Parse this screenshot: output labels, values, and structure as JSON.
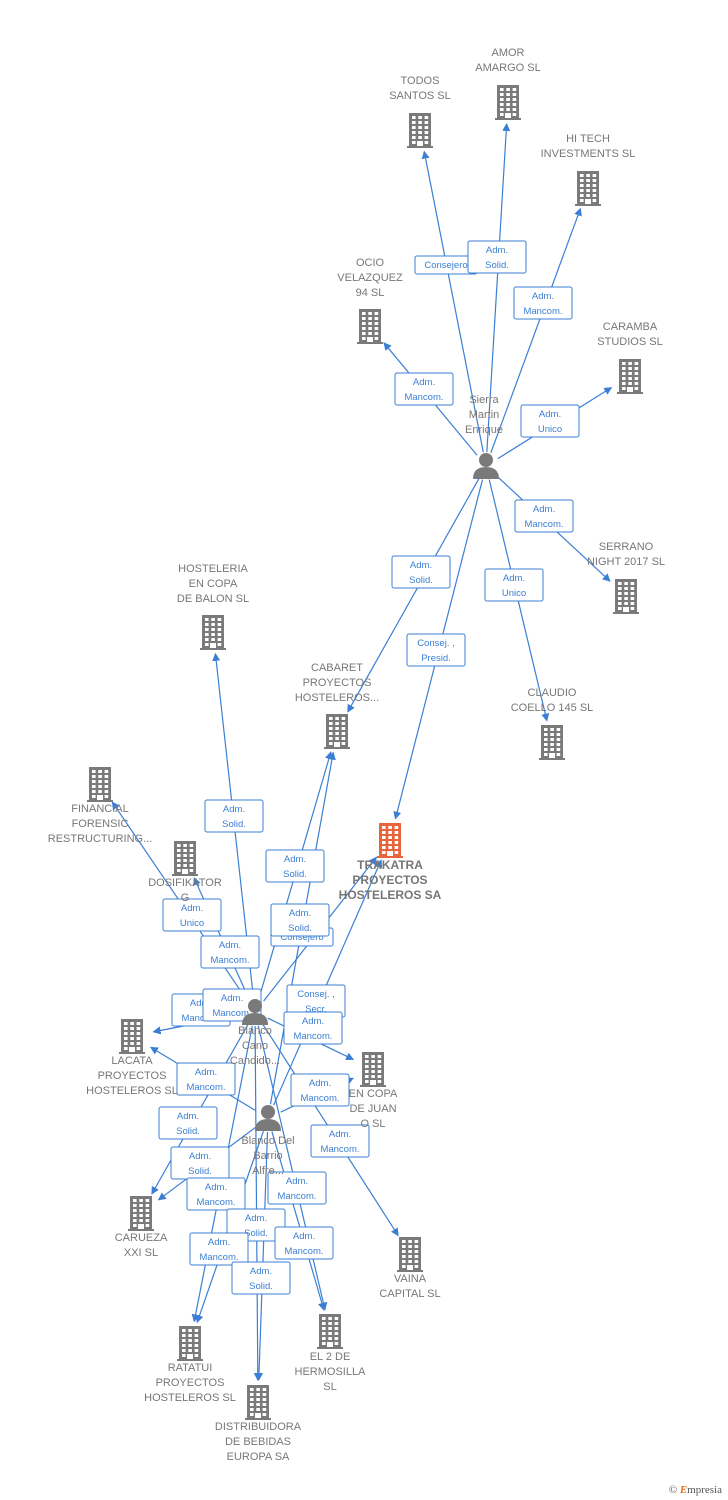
{
  "colors": {
    "edge": "#3b7fd4",
    "building": "#7a7a7a",
    "main_building": "#e8643a",
    "person": "#7a7a7a"
  },
  "brand": {
    "copyright": "©",
    "name": "mpresia",
    "initial": "E"
  },
  "nodes": [
    {
      "id": "amor",
      "kind": "company",
      "lines": [
        "AMOR",
        "AMARGO  SL"
      ]
    },
    {
      "id": "todos",
      "kind": "company",
      "lines": [
        "TODOS",
        "SANTOS  SL"
      ]
    },
    {
      "id": "hitech",
      "kind": "company",
      "lines": [
        "HI TECH",
        "INVESTMENTS SL"
      ]
    },
    {
      "id": "ocio",
      "kind": "company",
      "lines": [
        "OCIO",
        "VELAZQUEZ",
        "94  SL"
      ]
    },
    {
      "id": "caramba",
      "kind": "company",
      "lines": [
        "CARAMBA",
        "STUDIOS  SL"
      ]
    },
    {
      "id": "sierra",
      "kind": "person",
      "lines": [
        "Sierra",
        "Martin",
        "Enrique"
      ]
    },
    {
      "id": "serrano",
      "kind": "company",
      "lines": [
        "SERRANO",
        "NIGHT 2017  SL"
      ]
    },
    {
      "id": "hosteleria",
      "kind": "company",
      "lines": [
        "HOSTELERIA",
        "EN COPA",
        "DE BALON  SL"
      ]
    },
    {
      "id": "cabaret",
      "kind": "company",
      "lines": [
        "CABARET",
        "PROYECTOS",
        "HOSTELEROS..."
      ]
    },
    {
      "id": "claudio",
      "kind": "company",
      "lines": [
        "CLAUDIO",
        "COELLO 145 SL"
      ]
    },
    {
      "id": "financial",
      "kind": "company",
      "lines": [
        "FINANCIAL",
        "FORENSIC",
        "RESTRUCTURING..."
      ]
    },
    {
      "id": "trakatra",
      "kind": "main",
      "lines": [
        "TRAKATRA",
        "PROYECTOS",
        "HOSTELEROS SA"
      ]
    },
    {
      "id": "dosifikator",
      "kind": "company",
      "lines": [
        "DOSIFIKATOR",
        "G"
      ]
    },
    {
      "id": "blanco_cano",
      "kind": "person",
      "lines": [
        "Blanco",
        "Cano",
        "Candido..."
      ]
    },
    {
      "id": "lacata",
      "kind": "company",
      "lines": [
        "LACATA",
        "PROYECTOS",
        "HOSTELEROS SL"
      ]
    },
    {
      "id": "encopa",
      "kind": "company",
      "lines": [
        "EN COPA",
        "DE JUAN",
        "O  SL"
      ]
    },
    {
      "id": "blanco_barrio",
      "kind": "person",
      "lines": [
        "Blanco Del",
        "Barrio",
        "Alfre..."
      ]
    },
    {
      "id": "carueza",
      "kind": "company",
      "lines": [
        "CARUEZA",
        "XXI SL"
      ]
    },
    {
      "id": "vaina",
      "kind": "company",
      "lines": [
        "VAINA",
        "CAPITAL  SL"
      ]
    },
    {
      "id": "ratatui",
      "kind": "company",
      "lines": [
        "RATATUI",
        "PROYECTOS",
        "HOSTELEROS SL"
      ]
    },
    {
      "id": "hermosilla",
      "kind": "company",
      "lines": [
        "EL 2 DE",
        "HERMOSILLA",
        "SL"
      ]
    },
    {
      "id": "distribuidora",
      "kind": "company",
      "lines": [
        "DISTRIBUIDORA",
        "DE BEBIDAS",
        "EUROPA SA"
      ]
    }
  ],
  "edges": [
    {
      "from": "sierra",
      "to": "todos",
      "label": [
        "Consejero"
      ]
    },
    {
      "from": "sierra",
      "to": "amor",
      "label": [
        "Adm.",
        "Solid."
      ]
    },
    {
      "from": "sierra",
      "to": "hitech",
      "label": [
        "Adm.",
        "Mancom."
      ]
    },
    {
      "from": "sierra",
      "to": "ocio",
      "label": [
        "Adm.",
        "Mancom."
      ]
    },
    {
      "from": "sierra",
      "to": "caramba",
      "label": [
        "Adm.",
        "Unico"
      ]
    },
    {
      "from": "sierra",
      "to": "serrano",
      "label": [
        "Adm.",
        "Mancom."
      ]
    },
    {
      "from": "sierra",
      "to": "cabaret",
      "label": [
        "Adm.",
        "Solid."
      ]
    },
    {
      "from": "sierra",
      "to": "trakatra",
      "label": [
        "Consej. ,",
        "Presid."
      ]
    },
    {
      "from": "sierra",
      "to": "claudio",
      "label": [
        "Adm.",
        "Unico"
      ]
    },
    {
      "from": "blanco_cano",
      "to": "hosteleria",
      "label": [
        "Adm.",
        "Solid."
      ]
    },
    {
      "from": "blanco_cano",
      "to": "cabaret",
      "label": [
        "Adm.",
        "Solid."
      ]
    },
    {
      "from": "blanco_cano",
      "to": "dosifikator",
      "label": [
        "Adm.",
        "Unico"
      ]
    },
    {
      "from": "blanco_cano",
      "to": "trakatra",
      "label": [
        "Consejero"
      ]
    },
    {
      "from": "blanco_barrio",
      "to": "cabaret",
      "label": [
        "Adm.",
        "Solid."
      ]
    },
    {
      "from": "blanco_cano",
      "to": "lacata",
      "label": [
        "Adm.",
        "Mancom."
      ]
    },
    {
      "from": "blanco_cano",
      "to": "financial",
      "label": [
        "Adm.",
        "Mancom."
      ]
    },
    {
      "from": "blanco_cano",
      "to": "lacata",
      "label": [
        "Adm.",
        "Mancom."
      ]
    },
    {
      "from": "blanco_barrio",
      "to": "trakatra",
      "label": [
        "Consej. ,",
        "Secr."
      ]
    },
    {
      "from": "blanco_cano",
      "to": "encopa",
      "label": [
        "Adm.",
        "Mancom."
      ]
    },
    {
      "from": "blanco_barrio",
      "to": "lacata",
      "label": [
        "Adm.",
        "Mancom."
      ]
    },
    {
      "from": "blanco_cano",
      "to": "carueza",
      "label": [
        "Adm.",
        "Solid."
      ]
    },
    {
      "from": "blanco_barrio",
      "to": "encopa",
      "label": [
        "Adm.",
        "Mancom."
      ]
    },
    {
      "from": "blanco_cano",
      "to": "vaina",
      "label": [
        "Adm.",
        "Mancom."
      ]
    },
    {
      "from": "blanco_barrio",
      "to": "carueza",
      "label": [
        "Adm.",
        "Solid."
      ]
    },
    {
      "from": "blanco_cano",
      "to": "ratatui",
      "label": [
        "Adm.",
        "Mancom."
      ]
    },
    {
      "from": "blanco_cano",
      "to": "hermosilla",
      "label": [
        "Adm.",
        "Mancom."
      ]
    },
    {
      "from": "blanco_barrio",
      "to": "distribuidora",
      "label": [
        "Adm.",
        "Solid."
      ]
    },
    {
      "from": "blanco_barrio",
      "to": "ratatui",
      "label": [
        "Adm.",
        "Mancom."
      ]
    },
    {
      "from": "blanco_barrio",
      "to": "hermosilla",
      "label": [
        "Adm.",
        "Mancom."
      ]
    },
    {
      "from": "blanco_cano",
      "to": "distribuidora",
      "label": [
        "Adm.",
        "Solid."
      ]
    }
  ]
}
